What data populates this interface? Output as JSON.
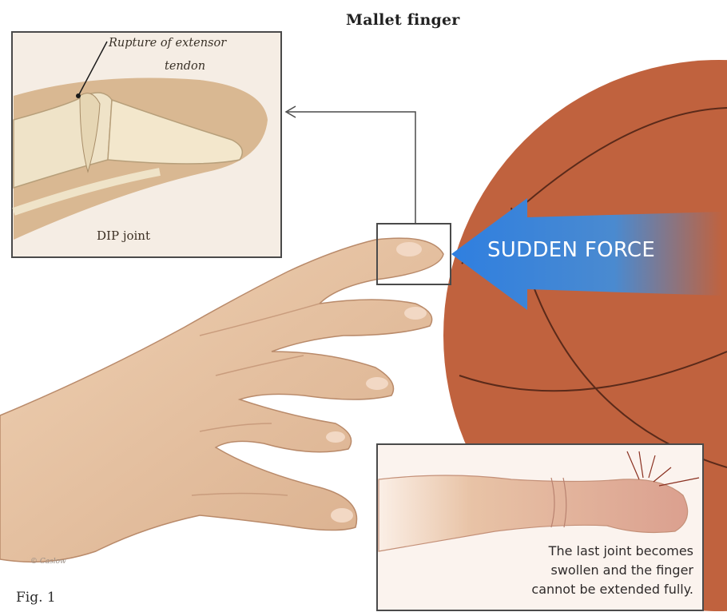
{
  "title": "Mallet finger",
  "inset_top": {
    "label_line1": "Rupture of extensor",
    "label_line2": "tendon",
    "joint_label": "DIP joint"
  },
  "force_label": "SUDDEN FORCE",
  "inset_bottom": {
    "caption_line1": "The last joint becomes",
    "caption_line2": "swollen and the finger",
    "caption_line3": "cannot be extended fully."
  },
  "figure_label": "Fig. 1",
  "signature": "© Caslow",
  "colors": {
    "ball": "#c0623e",
    "ball_seam": "#5a2a1a",
    "arrow": "#3d86d8",
    "skin": "#e9c8a8",
    "skin_shadow": "#c99c7d",
    "inset_bg": "#f1e6da",
    "inset_border": "#3a3a3a"
  }
}
